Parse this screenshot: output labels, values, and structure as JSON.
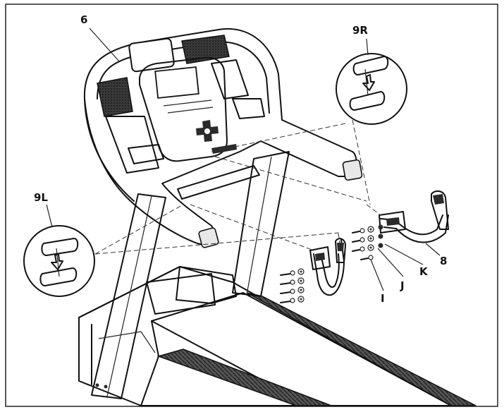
{
  "callouts": {
    "console": "6",
    "right_detail": "9R",
    "left_detail": "9L",
    "handlebar": "8",
    "bolt_i": "I",
    "washer_j": "J",
    "washer_k": "K"
  }
}
